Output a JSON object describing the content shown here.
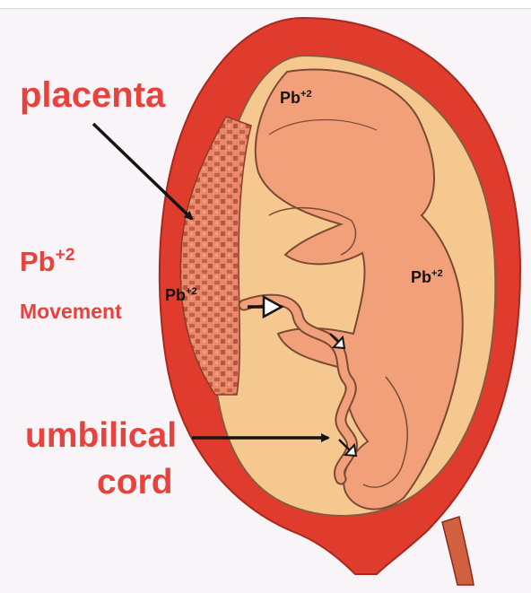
{
  "labels": {
    "placenta": "placenta",
    "pb_movement_base": "Pb",
    "pb_movement_sup": "+2",
    "movement": "Movement",
    "pb_head_base": "Pb",
    "pb_head_sup": "+2",
    "pb_placenta_base": "Pb",
    "pb_placenta_sup": "+2",
    "pb_body_base": "Pb",
    "pb_body_sup": "+2",
    "umbilical": "umbilical",
    "cord": "cord"
  },
  "colors": {
    "uterus_wall": "#e03c2e",
    "amniotic_fluid": "#f5c890",
    "fetus": "#f2a07a",
    "placenta": "#c8705a",
    "label_red": "#e8423c",
    "label_dark": "#141414"
  }
}
